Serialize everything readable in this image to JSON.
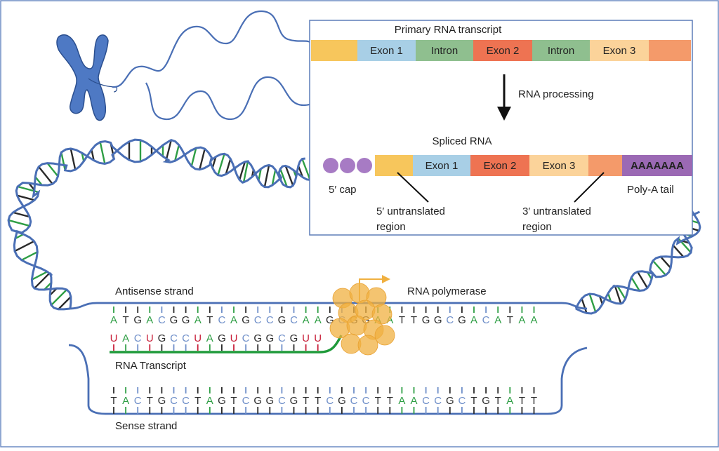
{
  "colors": {
    "dna_backbone": "#4a6fb5",
    "chromosome": "#4e79c4",
    "A": "#2e9e44",
    "T": "#2a2a2a",
    "G": "#2a2a2a",
    "C": "#6f8fc9",
    "U": "#c8203a",
    "transcript_line": "#1f9a3a",
    "polymerase": "#f0b040",
    "utr5": "#f7c65c",
    "exon": "#a8cfe6",
    "intron": "#8fbf8f",
    "exon2": "#ee7352",
    "exon3": "#fbd39a",
    "utr3": "#f49a6a",
    "polyA": "#9b69b4",
    "cap": "#a77bc4"
  },
  "inset": {
    "primary_title": "Primary RNA transcript",
    "primary_segments": [
      {
        "label": "",
        "color": "#f7c65c"
      },
      {
        "label": "Exon 1",
        "color": "#a8cfe6"
      },
      {
        "label": "Intron",
        "color": "#8fbf8f"
      },
      {
        "label": "Exon 2",
        "color": "#ee7352"
      },
      {
        "label": "Intron",
        "color": "#8fbf8f"
      },
      {
        "label": "Exon 3",
        "color": "#fbd39a"
      },
      {
        "label": "",
        "color": "#f49a6a"
      }
    ],
    "processing_label": "RNA processing",
    "spliced_title": "Spliced RNA",
    "spliced_segments": [
      {
        "label": "",
        "color": "#f7c65c"
      },
      {
        "label": "Exon 1",
        "color": "#a8cfe6"
      },
      {
        "label": "Exon 2",
        "color": "#ee7352"
      },
      {
        "label": "Exon 3",
        "color": "#fbd39a"
      },
      {
        "label": "",
        "color": "#f49a6a"
      },
      {
        "label": "AAAAAAA",
        "color": "#9b69b4"
      }
    ],
    "cap_label": "5′ cap",
    "polya_label": "Poly-A tail",
    "utr5_label_line1": "5′ untranslated",
    "utr5_label_line2": "region",
    "utr3_label_line1": "3′ untranslated",
    "utr3_label_line2": "region"
  },
  "transcription": {
    "antisense_label": "Antisense strand",
    "polymerase_label": "RNA polymerase",
    "antisense_sequence": "ATGACGGATCAGCCGCAAGCGGAATTGGCGACATAA",
    "rna_sequence": "UACUGCCUAGUCGGCGUU",
    "rna_label": "RNA Transcript",
    "sense_sequence": "TACTGCCTAGTCGGCGTTCGCCTTAACCGCTGTATT",
    "sense_label": "Sense strand"
  }
}
